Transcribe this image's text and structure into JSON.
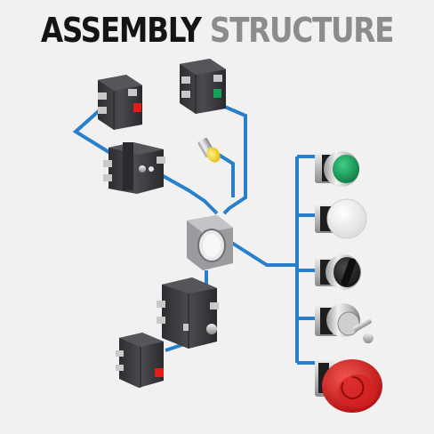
{
  "title": {
    "part1": "ASSEMBLY",
    "part2": "STRUCTURE"
  },
  "colors": {
    "connector": "#2a7fcb",
    "module_body": "#3c3c40",
    "green_button": "#1e9a5c",
    "red_button": "#d81e1e",
    "lamp_yellow": "#f2d21c",
    "red_indicator": "#e21b1b",
    "green_indicator": "#17a05a"
  },
  "components": {
    "left_side": [
      "contact-block-red-indicator",
      "contact-block-green-indicator",
      "led-lamp-yellow",
      "double-contact-block",
      "mounting-adapter",
      "large-contact-block",
      "small-contact-block-red"
    ],
    "right_side": [
      "flush-pushbutton-green",
      "mushroom-pushbutton-white",
      "selector-switch-black",
      "key-switch",
      "emergency-stop-red"
    ]
  }
}
